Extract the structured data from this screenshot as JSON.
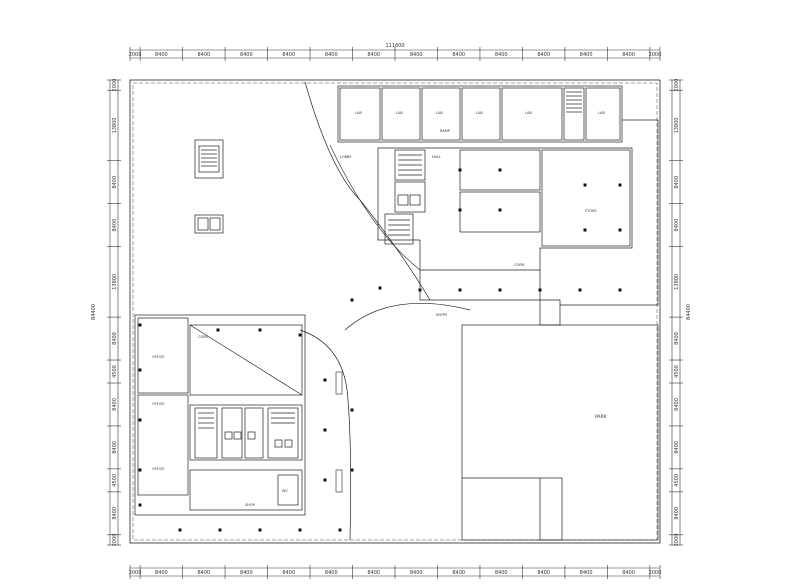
{
  "drawing": {
    "overall_dimension": "111600",
    "overall_dimension_left": "84400",
    "overall_dimension_right": "84400"
  },
  "top_dimensions": [
    "2000",
    "8400",
    "8400",
    "8400",
    "8400",
    "8400",
    "8400",
    "8400",
    "8400",
    "8400",
    "8400",
    "8400",
    "8400",
    "2000"
  ],
  "bottom_dimensions": [
    "2000",
    "8400",
    "8400",
    "8400",
    "8400",
    "8400",
    "8400",
    "8400",
    "8400",
    "8400",
    "8400",
    "8400",
    "8400",
    "2000"
  ],
  "left_dimensions": [
    "2000",
    "13800",
    "8400",
    "8400",
    "13800",
    "8400",
    "4500",
    "8400",
    "8400",
    "4500",
    "8400",
    "2000"
  ],
  "right_dimensions": [
    "2000",
    "13800",
    "8400",
    "8400",
    "13800",
    "8400",
    "4500",
    "8400",
    "8400",
    "4500",
    "8400",
    "2000"
  ],
  "room_labels": {
    "top_rooms": [
      "LAB",
      "LAB",
      "LAB",
      "LAB",
      "LAB",
      "LAB"
    ],
    "mid_left": "LOBBY",
    "mid_center": "HALL",
    "mid_right": "STORE",
    "corridor": "CORR.",
    "ramp": "RAMP",
    "entrance": "ENTRY",
    "big_right": "PARK",
    "left_a": "OFFICE",
    "left_b": "OFFICE",
    "left_c": "OFFICE",
    "core_label": "CORE",
    "bottom_label": "SHOP",
    "small_label": "WC"
  },
  "colors": {
    "line": "#1a1a1a",
    "dim": "#333333",
    "dash": "#444444"
  }
}
